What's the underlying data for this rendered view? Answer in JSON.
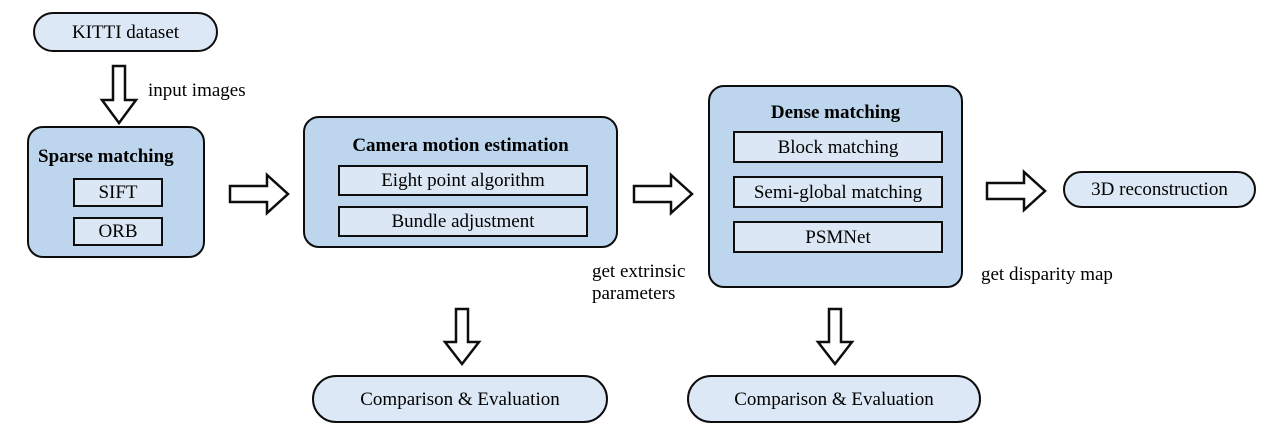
{
  "diagram": {
    "title": "Stereo vision pipeline flowchart",
    "colors": {
      "group_fill": "#bdd6ed",
      "sub_fill": "#dbe7f4",
      "pill_fill": "#dce8f5",
      "stroke": "#0d0d0d",
      "background": "#ffffff"
    },
    "nodes": {
      "kitti_dataset": "KITTI dataset",
      "sparse_matching": {
        "title": "Sparse matching",
        "items": [
          "SIFT",
          "ORB"
        ]
      },
      "camera_motion": {
        "title": "Camera motion estimation",
        "items": [
          "Eight point algorithm",
          "Bundle adjustment"
        ]
      },
      "dense_matching": {
        "title": "Dense matching",
        "items": [
          "Block matching",
          "Semi-global matching",
          "PSMNet"
        ]
      },
      "reconstruction": "3D reconstruction",
      "evaluation_left": "Comparison & Evaluation",
      "evaluation_right": "Comparison & Evaluation"
    },
    "edge_labels": {
      "input_images": "input images",
      "extrinsic_line1": "get extrinsic",
      "extrinsic_line2": "parameters",
      "disparity": "get disparity map"
    },
    "arrows": {
      "kitti_to_sparse": "arrow-down",
      "sparse_to_camera": "arrow-right",
      "camera_to_dense": "arrow-right",
      "dense_to_reconstruction": "arrow-right",
      "camera_to_eval": "arrow-down",
      "dense_to_eval": "arrow-down"
    }
  }
}
